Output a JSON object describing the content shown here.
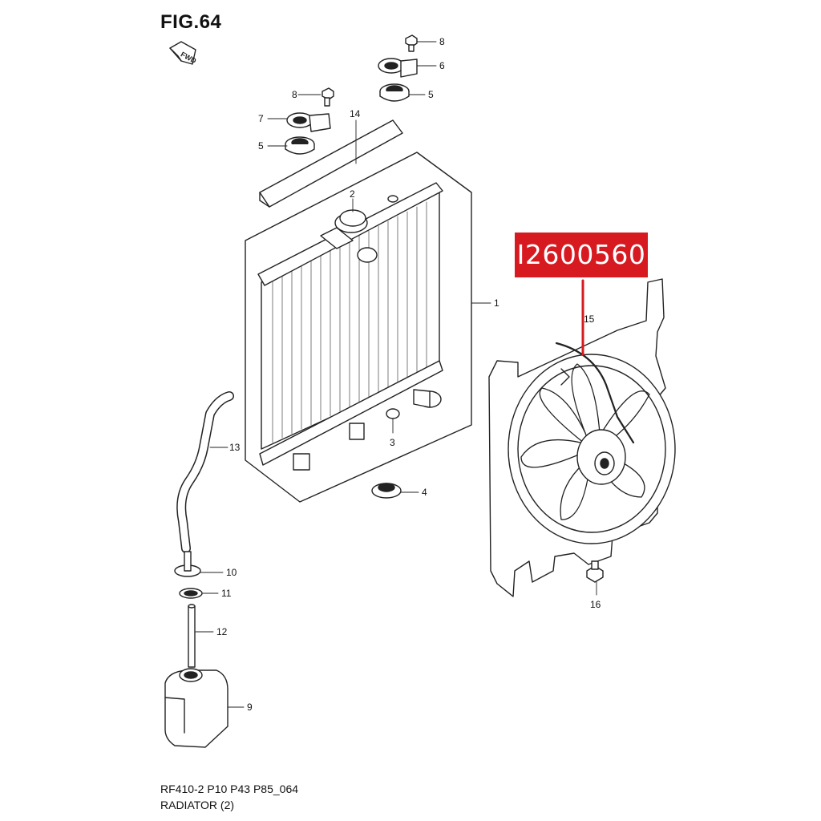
{
  "figure": {
    "title": "FIG.64",
    "fwd_label": "FWD",
    "footer_code": "RF410-2 P10 P43 P85_064",
    "footer_title": "RADIATOR (2)"
  },
  "highlight": {
    "part_number": "I2600560",
    "color": "#d71920"
  },
  "callouts": {
    "c1": "1",
    "c2": "2",
    "c3": "3",
    "c4": "4",
    "c5a": "5",
    "c5b": "5",
    "c6": "6",
    "c7": "7",
    "c8a": "8",
    "c8b": "8",
    "c9": "9",
    "c10": "10",
    "c11": "11",
    "c12": "12",
    "c13": "13",
    "c14": "14",
    "c15": "15",
    "c16": "16"
  }
}
